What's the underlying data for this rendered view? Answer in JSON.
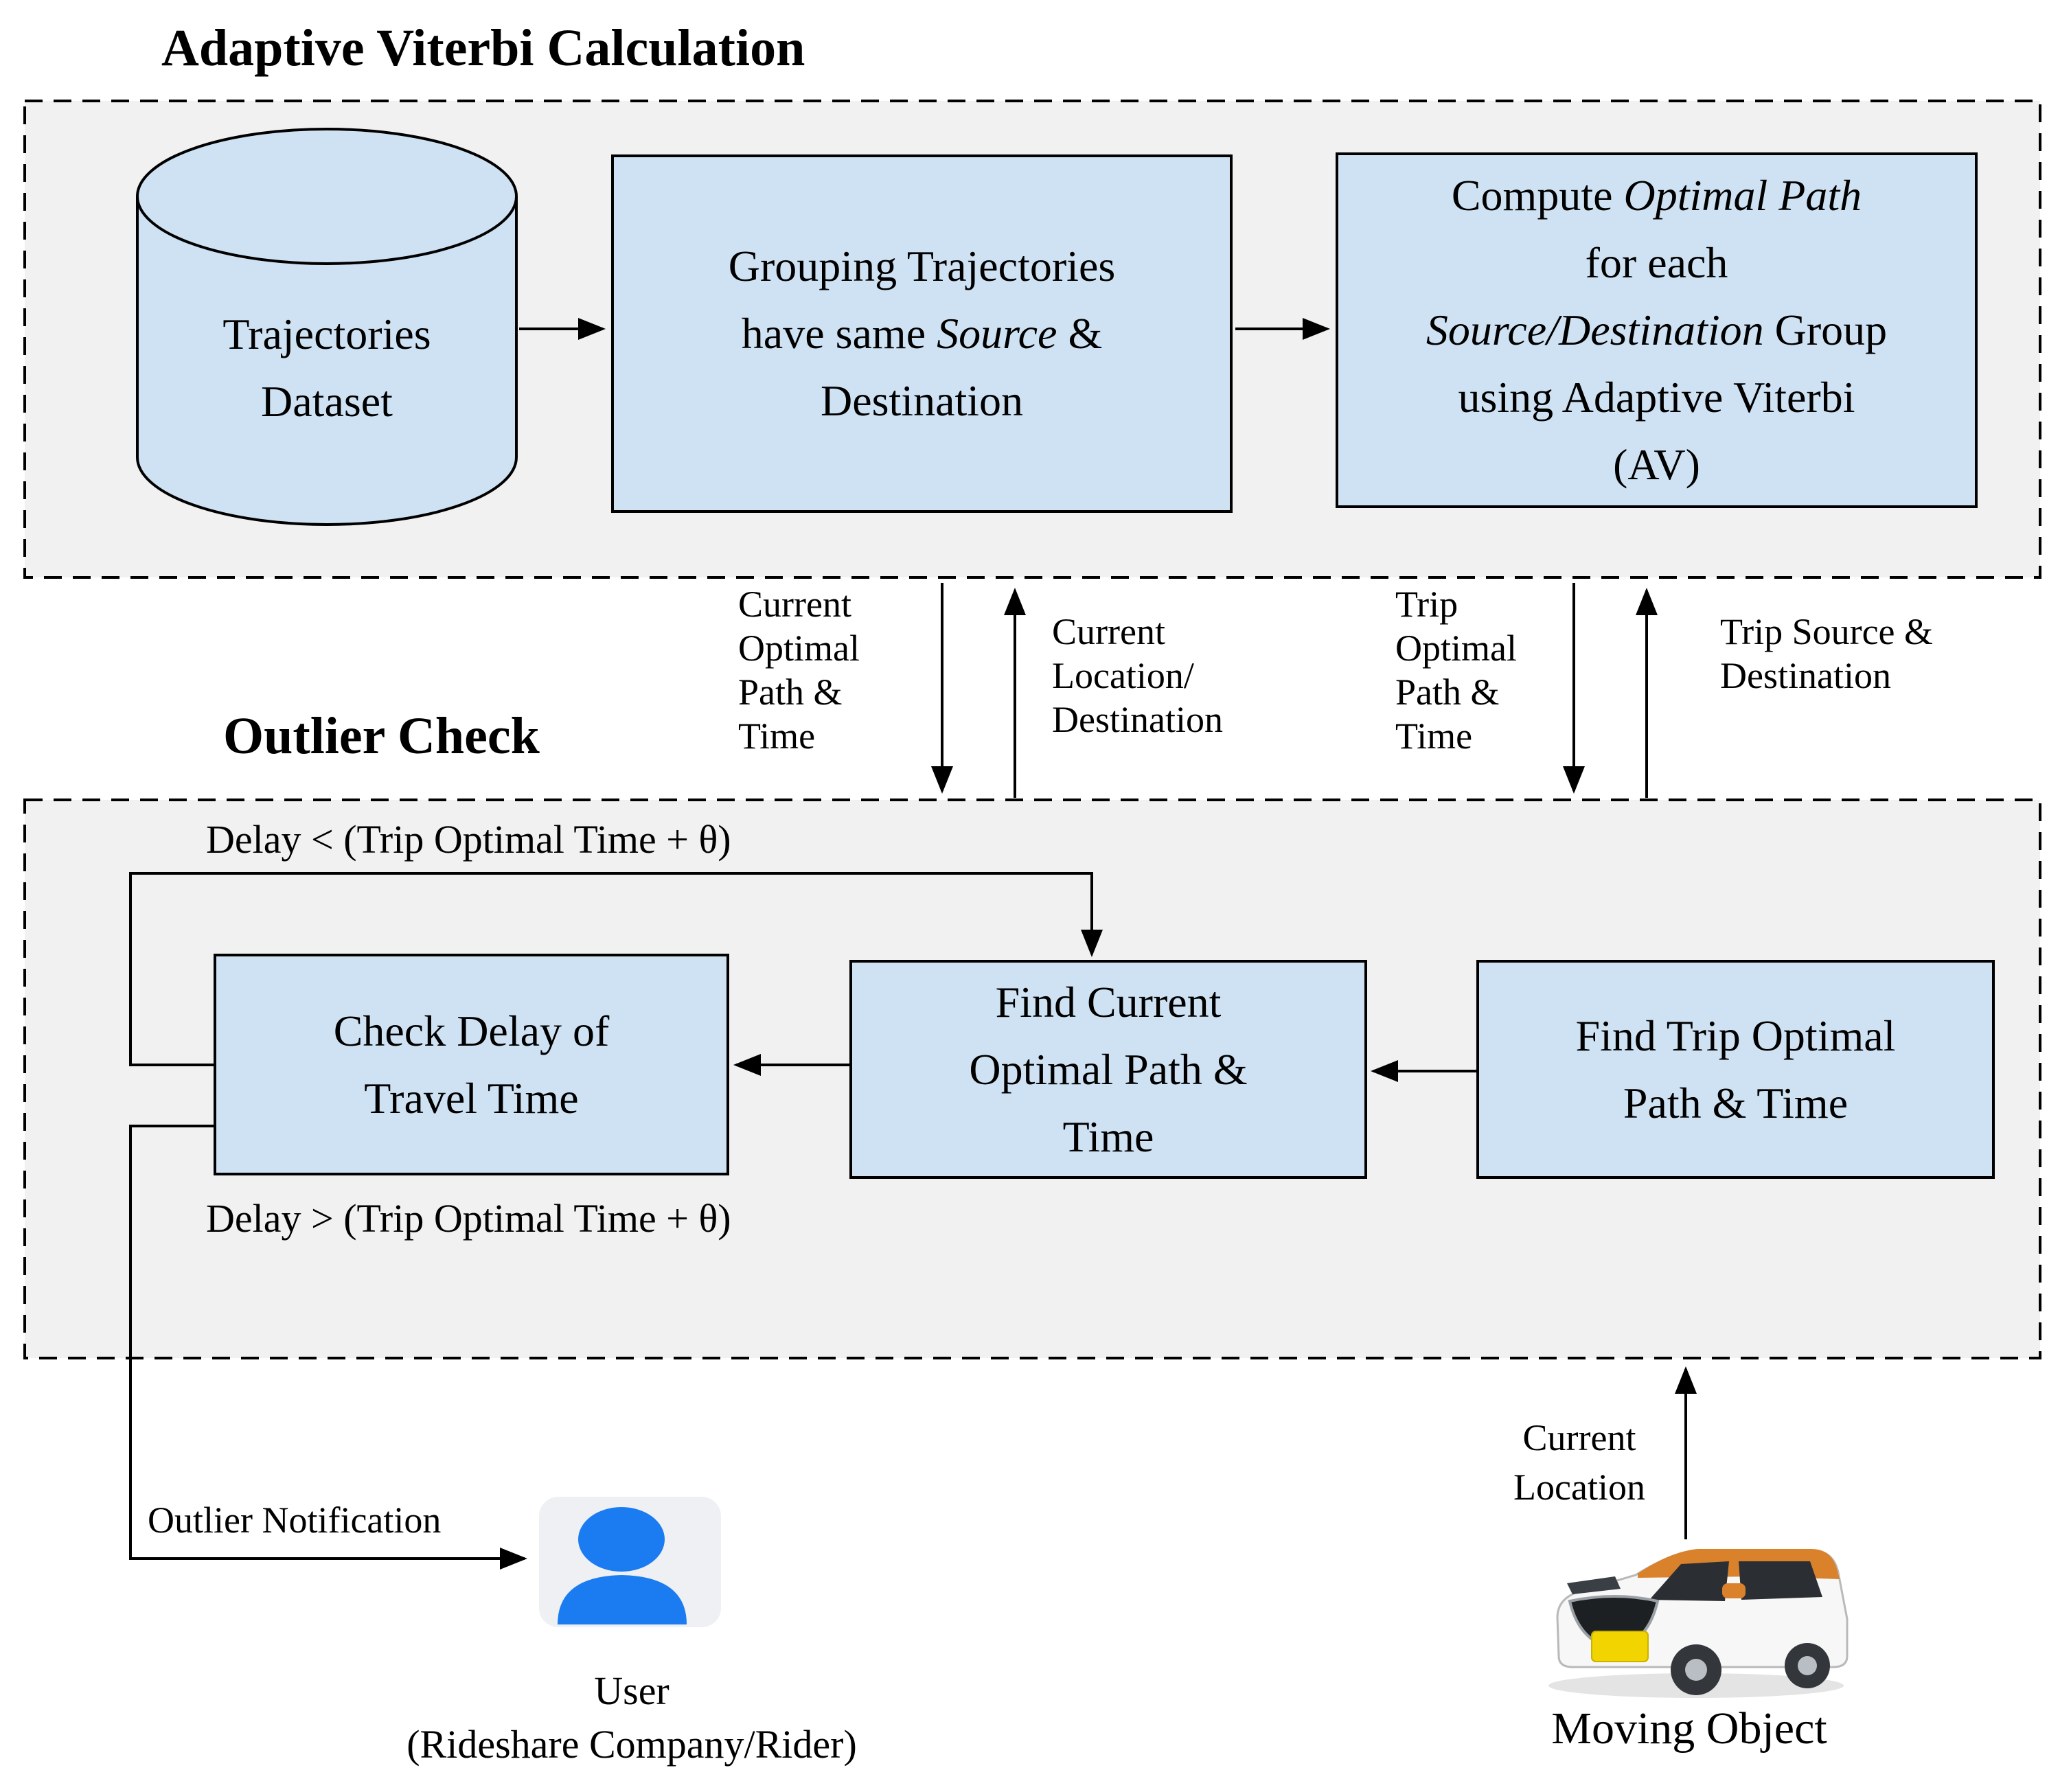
{
  "diagram": {
    "colors": {
      "node_fill": "#cfe2f3",
      "node_border": "#000000",
      "container_fill": "#f1f1f2",
      "line": "#000000",
      "person_blue": "#1a7cf0",
      "car_roof_orange": "#d9822b",
      "plate_yellow": "#f2d500"
    },
    "sections": {
      "adaptive_viterbi": {
        "title": "Adaptive Viterbi Calculation"
      },
      "outlier_check": {
        "title": "Outlier Check"
      }
    },
    "nodes": {
      "trajectories_dataset": {
        "l1": "Trajectories",
        "l2": "Dataset"
      },
      "grouping": {
        "l1": "Grouping Trajectories",
        "l2a": "have same ",
        "l2b": "Source",
        "l2c": " &",
        "l3": "Destination"
      },
      "compute": {
        "l1a": "Compute ",
        "l1b": "Optimal Path",
        "l2": "for each",
        "l3a": "Source/Destination",
        "l3b": " Group",
        "l4": "using Adaptive Viterbi",
        "l5": "(AV)"
      },
      "check_delay": {
        "l1": "Check Delay of",
        "l2": "Travel Time"
      },
      "find_current": {
        "l1": "Find Current",
        "l2": "Optimal Path &",
        "l3": "Time"
      },
      "find_trip": {
        "l1": "Find Trip Optimal",
        "l2": "Path & Time"
      }
    },
    "flows": {
      "current_optimal": {
        "l1": "Current",
        "l2": "Optimal",
        "l3": "Path &",
        "l4": "Time"
      },
      "current_location": {
        "l1": "Current",
        "l2": "Location/",
        "l3": "Destination"
      },
      "trip_optimal": {
        "l1": "Trip",
        "l2": "Optimal",
        "l3": "Path &",
        "l4": "Time"
      },
      "trip_source": {
        "l1": "Trip Source &",
        "l2": "Destination"
      },
      "delay_less": "Delay < (Trip Optimal Time + θ)",
      "delay_greater": "Delay > (Trip Optimal Time + θ)",
      "outlier_notification": "Outlier Notification",
      "current_location_bottom": {
        "l1": "Current",
        "l2": "Location"
      }
    },
    "actors": {
      "user": {
        "l1": "User",
        "l2": "(Rideshare Company/Rider)"
      },
      "moving_object": {
        "label": "Moving Object"
      }
    }
  }
}
